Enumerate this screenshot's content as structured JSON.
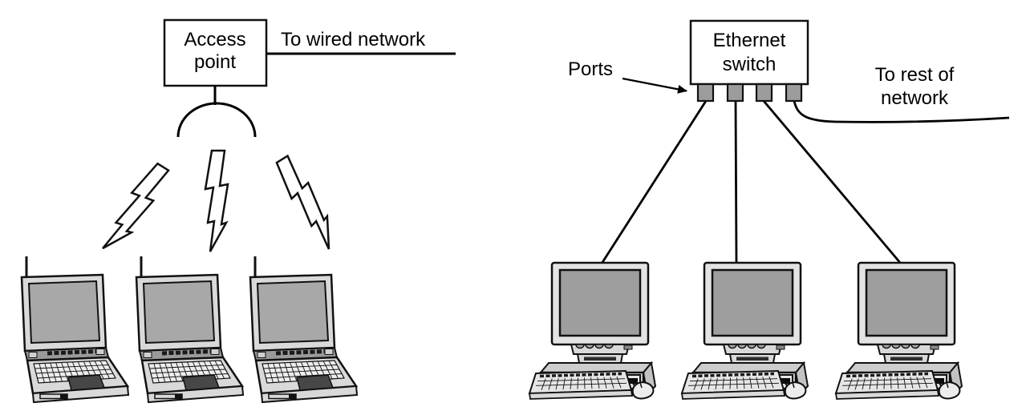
{
  "wireless_lan": {
    "access_point_label": {
      "line1": "Access",
      "line2": "point"
    },
    "uplink_label": "To wired network",
    "signal_count": 3,
    "laptops": [
      {
        "name": "laptop-1"
      },
      {
        "name": "laptop-2"
      },
      {
        "name": "laptop-3"
      }
    ]
  },
  "switched_ethernet": {
    "switch_label": {
      "line1": "Ethernet",
      "line2": "switch"
    },
    "ports_label": "Ports",
    "uplink_label": {
      "line1": "To rest of",
      "line2": "network"
    },
    "port_count": 4,
    "computers": [
      {
        "name": "computer-1"
      },
      {
        "name": "computer-2"
      },
      {
        "name": "computer-3"
      }
    ]
  },
  "colors": {
    "background": "#ffffff",
    "line": "#000000",
    "device_body": "#d9d9d9",
    "screen_fill": "#a5a5a5",
    "port_fill": "#9c9c9c",
    "dark_detail": "#474747"
  }
}
